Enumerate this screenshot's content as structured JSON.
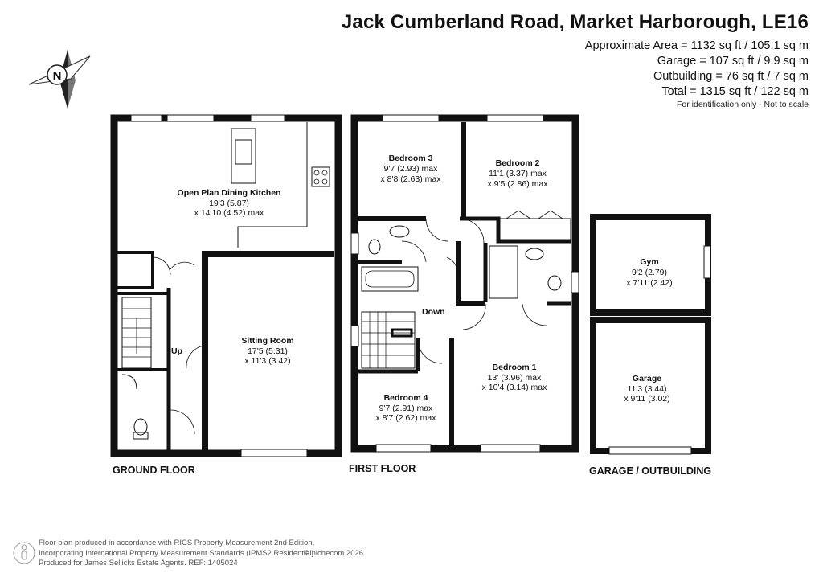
{
  "header": {
    "title": "Jack Cumberland Road, Market Harborough, LE16",
    "areas": [
      "Approximate Area = 1132 sq ft / 105.1 sq m",
      "Garage = 107 sq ft / 9.9 sq m",
      "Outbuilding = 76 sq ft / 7 sq m",
      "Total = 1315 sq ft / 122 sq m"
    ],
    "note": "For identification only - Not to scale"
  },
  "compass": {
    "label": "N"
  },
  "rooms": {
    "kitchen": {
      "name": "Open Plan Dining Kitchen",
      "dim1": "19'3 (5.87)",
      "dim2": "x 14'10 (4.52) max"
    },
    "sitting": {
      "name": "Sitting Room",
      "dim1": "17'5 (5.31)",
      "dim2": "x 11'3 (3.42)"
    },
    "bedroom3": {
      "name": "Bedroom 3",
      "dim1": "9'7 (2.93) max",
      "dim2": "x 8'8 (2.63) max"
    },
    "bedroom2": {
      "name": "Bedroom 2",
      "dim1": "11'1 (3.37)  max",
      "dim2": "x 9'5 (2.86) max"
    },
    "bedroom1": {
      "name": "Bedroom 1",
      "dim1": "13' (3.96) max",
      "dim2": "x 10'4 (3.14) max"
    },
    "bedroom4": {
      "name": "Bedroom 4",
      "dim1": "9'7 (2.91) max",
      "dim2": "x 8'7 (2.62) max"
    },
    "gym": {
      "name": "Gym",
      "dim1": "9'2 (2.79)",
      "dim2": "x 7'11 (2.42)"
    },
    "garage": {
      "name": "Garage",
      "dim1": "11'3 (3.44)",
      "dim2": "x 9'11 (3.02)"
    }
  },
  "stairs": {
    "up": "Up",
    "down": "Down"
  },
  "floors": {
    "ground": "GROUND FLOOR",
    "first": "FIRST FLOOR",
    "garage": "GARAGE / OUTBUILDING"
  },
  "footer": {
    "lines": [
      "Floor plan produced in accordance with RICS Property Measurement 2nd Edition,",
      "Incorporating International Property Measurement Standards (IPMS2 Residential).",
      "Produced for James Sellicks Estate Agents.   REF: 1405024"
    ],
    "copyright": "© nichecom 2026."
  }
}
